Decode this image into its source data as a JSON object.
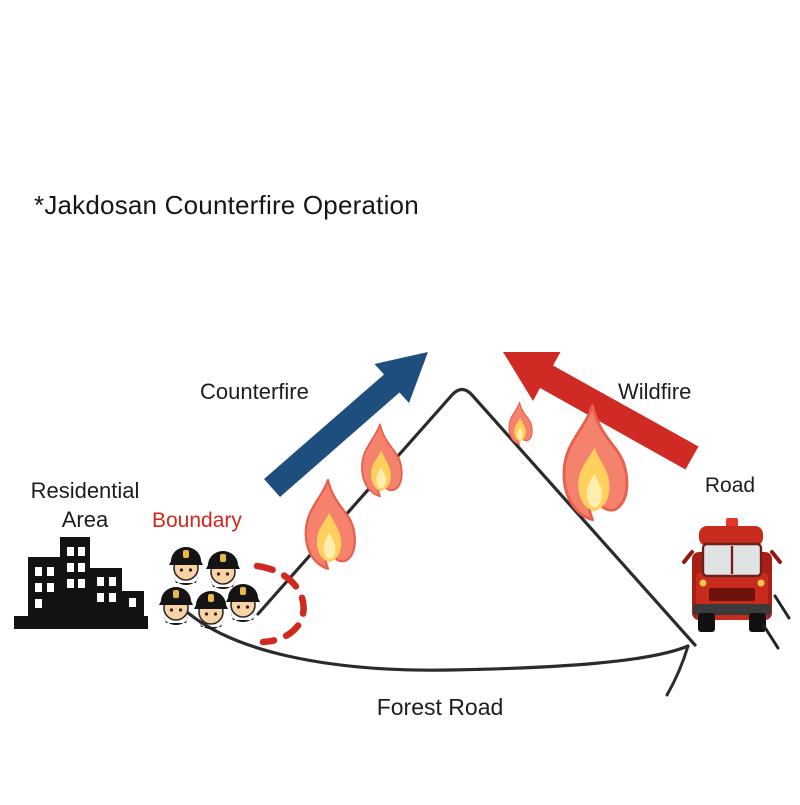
{
  "diagram": {
    "title": "*Jakdosan Counterfire Operation",
    "labels": {
      "counterfire": "Counterfire",
      "wildfire": "Wildfire",
      "residential_line1": "Residential",
      "residential_line2": "Area",
      "boundary": "Boundary",
      "road": "Road",
      "forest_road": "Forest Road"
    },
    "colors": {
      "counterfire_arrow": "#1e4e7d",
      "wildfire_arrow": "#d02a24",
      "boundary_line": "#cf2920",
      "boundary_text": "#d3261c",
      "flame_outer": "#f4826c",
      "flame_inner": "#ffd05c",
      "truck_body": "#c62b1e",
      "outline_ink": "#2b2b2b",
      "text_ink": "#1d1d1d"
    },
    "icons": {
      "counterfire-arrow": "thick-arrow-up-right",
      "wildfire-arrow": "thick-arrow-up-left",
      "flame-icon": "fire",
      "residential-buildings-icon": "city-silhouette",
      "firefighter-icon": "helmeted-head",
      "fire-truck-icon": "truck-front-view",
      "boundary-dashed-line": "red-dashed-curve",
      "mountain-outline": "peak-lines",
      "forest-road-curve": "sweeping-arc"
    }
  }
}
